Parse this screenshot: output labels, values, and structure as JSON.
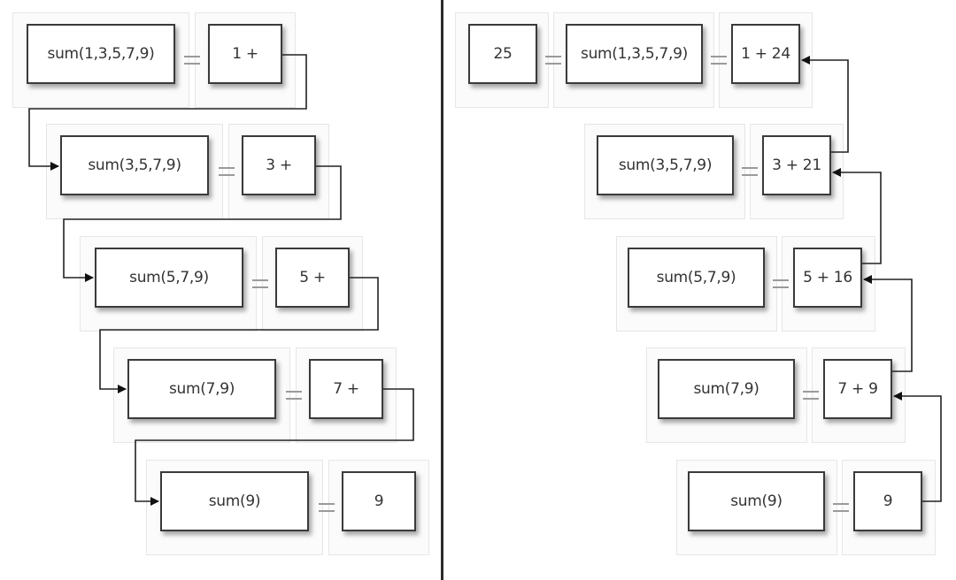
{
  "left_panel": {
    "rows": [
      {
        "call": "sum(1,3,5,7,9)",
        "expr": "1 +"
      },
      {
        "call": "sum(3,5,7,9)",
        "expr": "3 +"
      },
      {
        "call": "sum(5,7,9)",
        "expr": "5 +"
      },
      {
        "call": "sum(7,9)",
        "expr": "7 +"
      },
      {
        "call": "sum(9)",
        "expr": "9"
      }
    ]
  },
  "right_panel": {
    "result": "25",
    "rows": [
      {
        "call": "sum(1,3,5,7,9)",
        "expr": "1 + 24"
      },
      {
        "call": "sum(3,5,7,9)",
        "expr": "3 + 21"
      },
      {
        "call": "sum(5,7,9)",
        "expr": "5 + 16"
      },
      {
        "call": "sum(7,9)",
        "expr": "7 + 9"
      },
      {
        "call": "sum(9)",
        "expr": "9"
      }
    ]
  }
}
